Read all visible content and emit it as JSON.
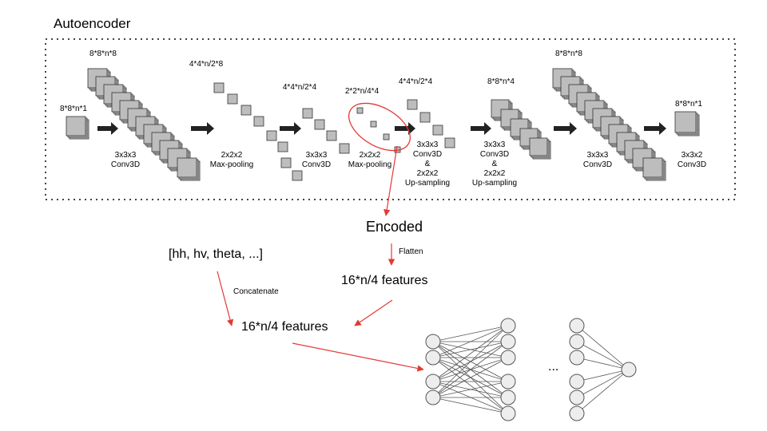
{
  "title": "Autoencoder",
  "stages": [
    {
      "size": "8*8*n*1",
      "op": []
    },
    {
      "size": "8*8*n*8",
      "op": [
        "3x3x3",
        "Conv3D"
      ]
    },
    {
      "size": "4*4*n/2*8",
      "op": [
        "2x2x2",
        "Max-pooling"
      ]
    },
    {
      "size": "4*4*n/2*4",
      "op": [
        "3x3x3",
        "Conv3D"
      ]
    },
    {
      "size": "2*2*n/4*4",
      "op": [
        "2x2x2",
        "Max-pooling"
      ]
    },
    {
      "size": "4*4*n/2*4",
      "op": [
        "3x3x3",
        "Conv3D",
        "&",
        "2x2x2",
        "Up-sampling"
      ]
    },
    {
      "size": "8*8*n*4",
      "op": [
        "3x3x3",
        "Conv3D",
        "&",
        "2x2x2",
        "Up-sampling"
      ]
    },
    {
      "size": "8*8*n*8",
      "op": [
        "3x3x3",
        "Conv3D"
      ]
    },
    {
      "size": "8*8*n*1",
      "op": [
        "3x3x2",
        "Conv3D"
      ]
    }
  ],
  "encoded": "Encoded",
  "flatten": "Flatten",
  "features_a": "16*n/4 features",
  "extra_inputs": "[hh, hv, theta, ...]",
  "concatenate": "Concatenate",
  "features_b": "16*n/4 features",
  "ellipsis": "...",
  "colors": {
    "arrow": "#e53935",
    "cube_fill": "#bdbdbd",
    "cube_stroke": "#333333",
    "node_fill": "#ededed",
    "edge": "#555555"
  }
}
